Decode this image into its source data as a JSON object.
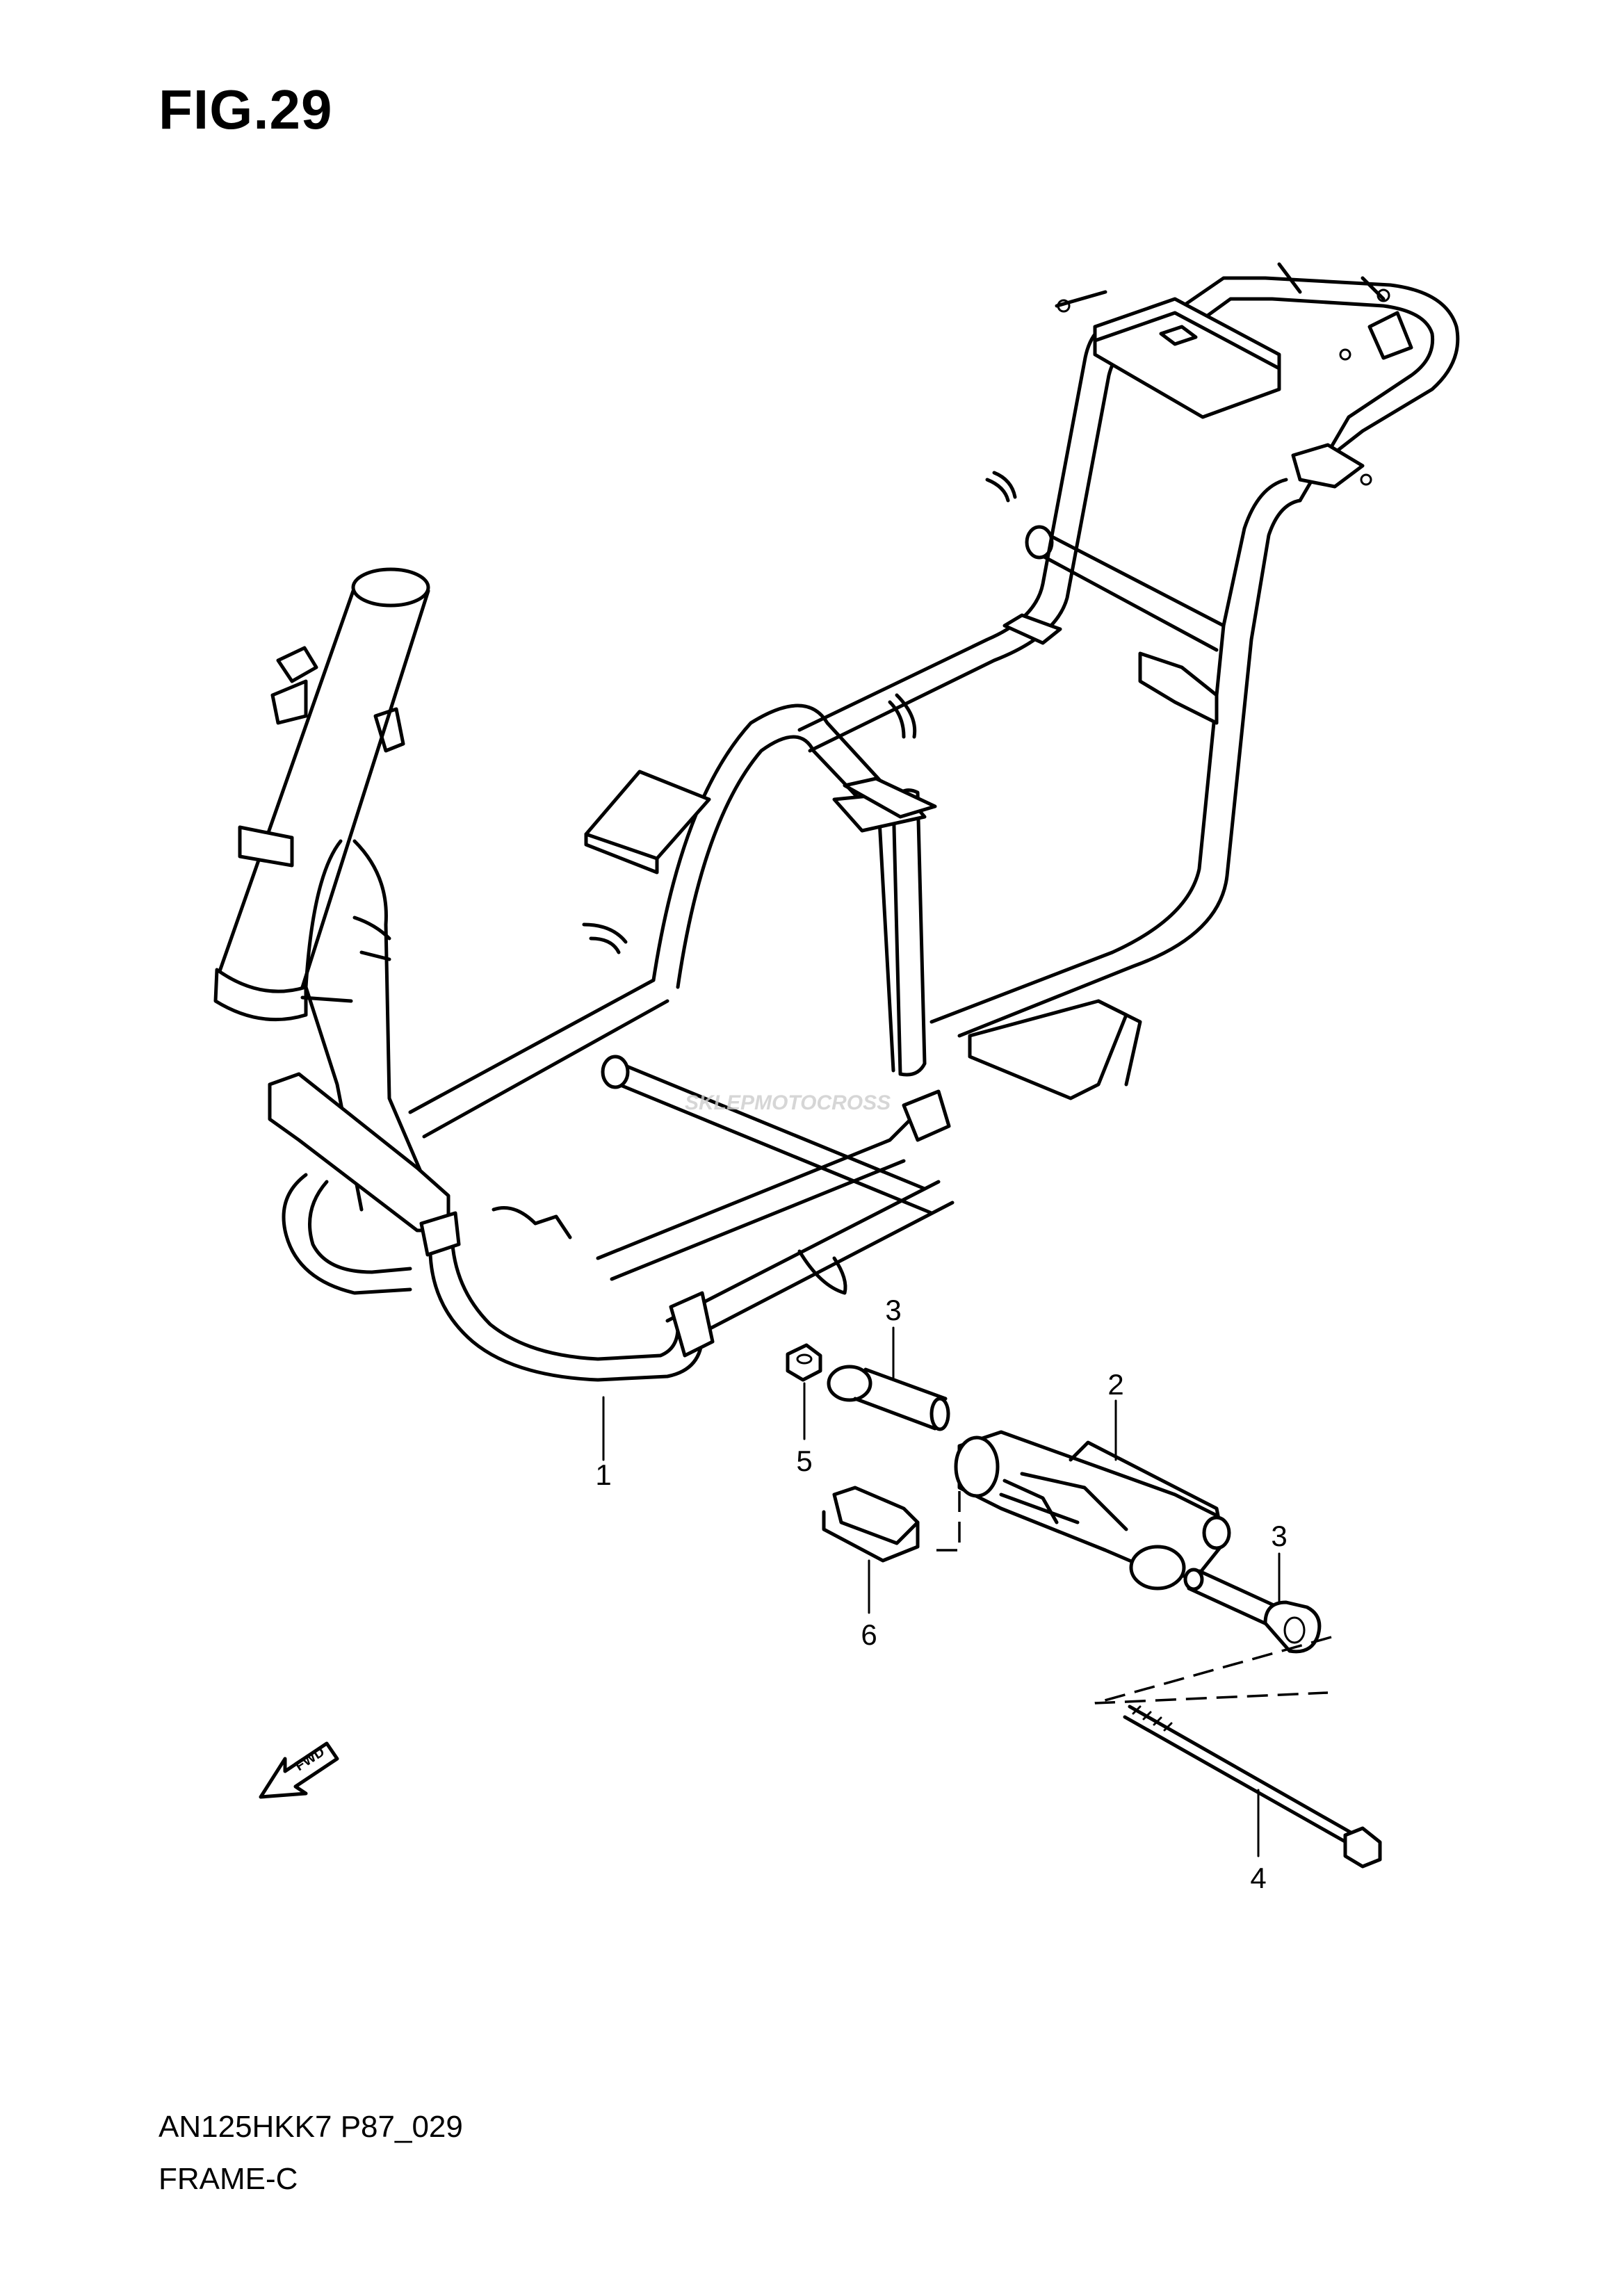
{
  "figure": {
    "title": "FIG.29",
    "code": "AN125HKK7 P87_029",
    "name": "FRAME-C"
  },
  "callouts": [
    {
      "number": "1",
      "part": "frame"
    },
    {
      "number": "2",
      "part": "engine-mount-bracket"
    },
    {
      "number": "3",
      "part": "bushing"
    },
    {
      "number": "3",
      "part": "bushing"
    },
    {
      "number": "4",
      "part": "bolt"
    },
    {
      "number": "5",
      "part": "nut"
    },
    {
      "number": "6",
      "part": "stopper"
    }
  ],
  "direction_marker": {
    "label": "FWD",
    "icon": "fwd-arrow-icon"
  },
  "watermark": {
    "text": "SKLEPMOTOCROSS"
  }
}
